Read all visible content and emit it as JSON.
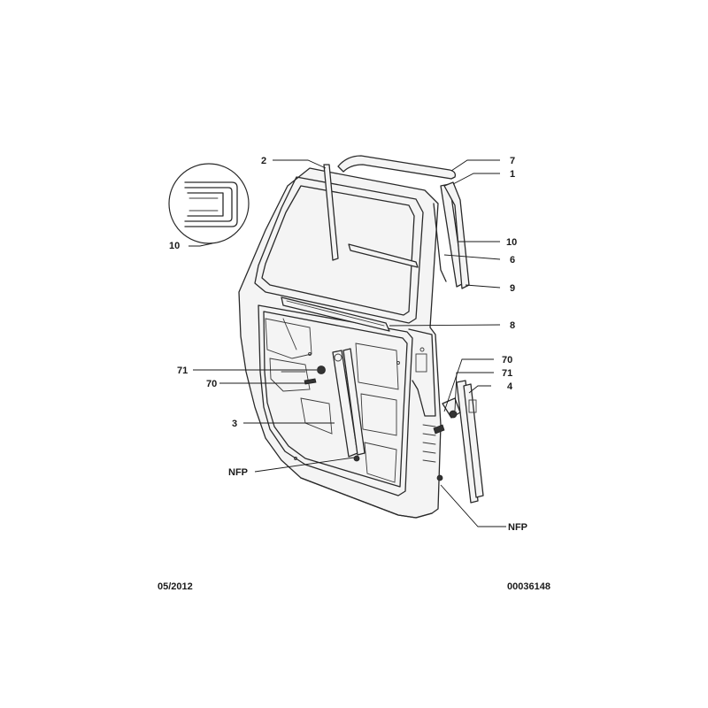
{
  "callouts": [
    {
      "id": "c2",
      "text": "2"
    },
    {
      "id": "c7",
      "text": "7"
    },
    {
      "id": "c1",
      "text": "1"
    },
    {
      "id": "c10a",
      "text": "10"
    },
    {
      "id": "c10b",
      "text": "10"
    },
    {
      "id": "c6",
      "text": "6"
    },
    {
      "id": "c9",
      "text": "9"
    },
    {
      "id": "c8",
      "text": "8"
    },
    {
      "id": "c70a",
      "text": "70"
    },
    {
      "id": "c71a",
      "text": "71"
    },
    {
      "id": "c71b",
      "text": "71"
    },
    {
      "id": "c70b",
      "text": "70"
    },
    {
      "id": "c4",
      "text": "4"
    },
    {
      "id": "c3",
      "text": "3"
    },
    {
      "id": "cNFPa",
      "text": "NFP"
    },
    {
      "id": "cNFPb",
      "text": "NFP"
    }
  ],
  "footer": {
    "date": "05/2012",
    "reference": "00036148"
  }
}
